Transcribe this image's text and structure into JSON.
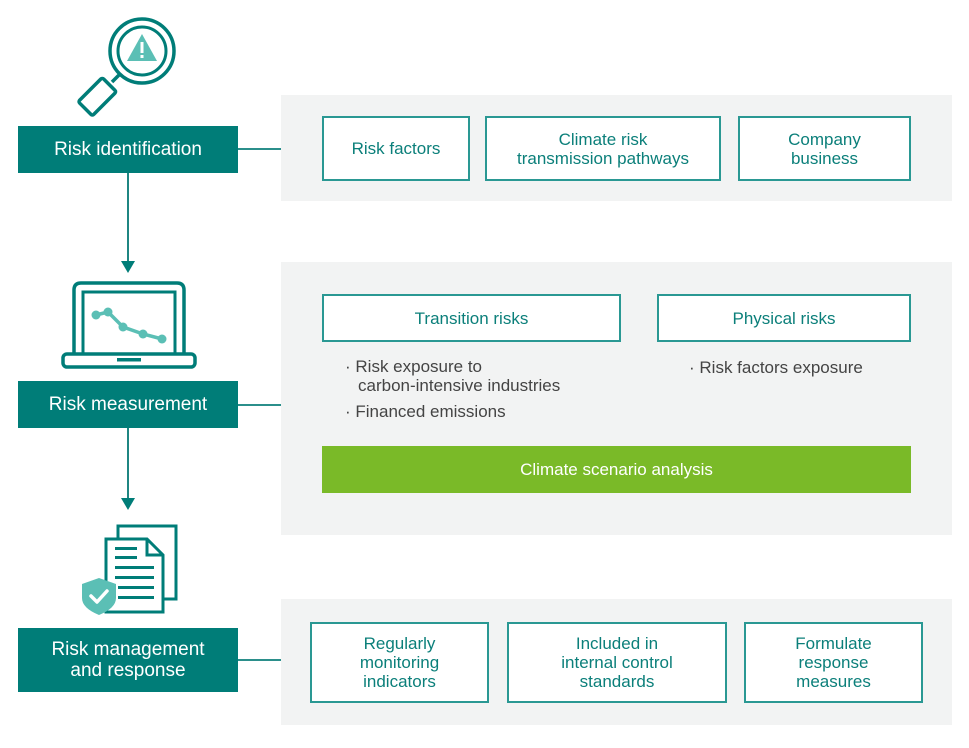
{
  "colors": {
    "stage_fill": "#007d78",
    "icon_stroke": "#007d78",
    "icon_accent": "#5bbfb5",
    "panel_bg": "#f2f3f3",
    "scenario_green": "#7aba28",
    "box_border": "#2a9893"
  },
  "stages": [
    {
      "label": "Risk identification",
      "icon": "magnifier-warning-icon",
      "items": [
        "Risk factors",
        "Climate risk\ntransmission pathways",
        "Company\nbusiness"
      ]
    },
    {
      "label": "Risk measurement",
      "icon": "laptop-chart-icon",
      "categories": [
        {
          "label": "Transition risks",
          "bullets": [
            "· Risk exposure to",
            "  carbon-intensive industries",
            "· Financed emissions"
          ]
        },
        {
          "label": "Physical risks",
          "bullets": [
            "· Risk factors exposure"
          ]
        }
      ],
      "scenario": "Climate scenario analysis"
    },
    {
      "label": "Risk management\nand response",
      "icon": "document-shield-check-icon",
      "items": [
        "Regularly\nmonitoring\nindicators",
        "Included in\ninternal control\nstandards",
        "Formulate\nresponse\nmeasures"
      ]
    }
  ]
}
